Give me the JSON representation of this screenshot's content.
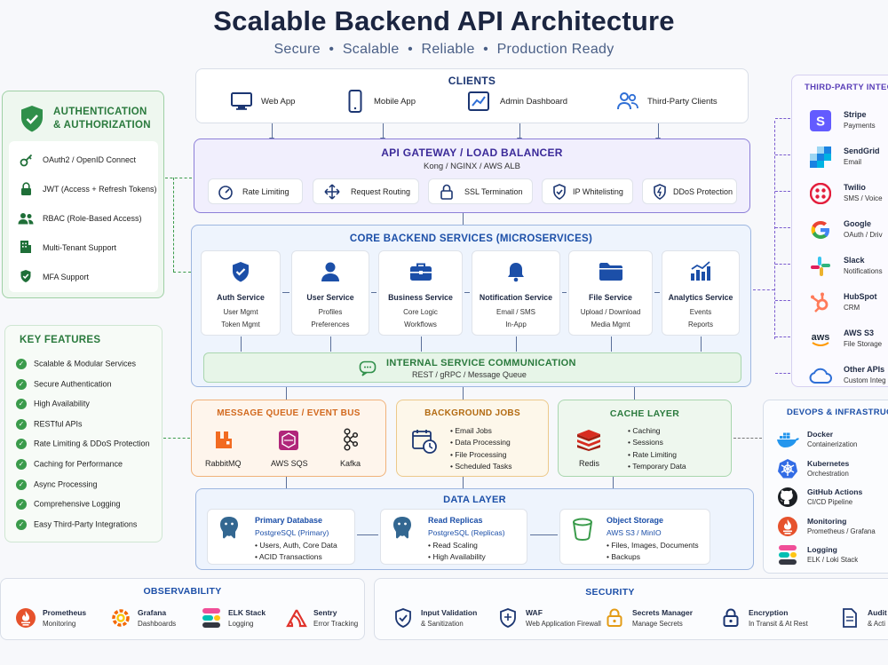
{
  "title": "Scalable Backend API Architecture",
  "subtitle": "Secure  •  Scalable  •  Reliable  •  Production Ready",
  "clients": {
    "header": "CLIENTS",
    "items": [
      {
        "label": "Web App",
        "icon": "monitor-icon"
      },
      {
        "label": "Mobile App",
        "icon": "phone-icon"
      },
      {
        "label": "Admin Dashboard",
        "icon": "chart-icon"
      },
      {
        "label": "Third-Party Clients",
        "icon": "users-icon"
      }
    ]
  },
  "gateway": {
    "header": "API GATEWAY / LOAD BALANCER",
    "sub": "Kong / NGINX / AWS ALB",
    "items": [
      {
        "label": "Rate Limiting",
        "icon": "gauge-icon"
      },
      {
        "label": "Request Routing",
        "icon": "move-icon"
      },
      {
        "label": "SSL Termination",
        "icon": "lock-icon"
      },
      {
        "label": "IP Whitelisting",
        "icon": "shield-check-icon"
      },
      {
        "label": "DDoS Protection",
        "icon": "shield-bolt-icon"
      }
    ]
  },
  "auth": {
    "header1": "AUTHENTICATION",
    "header2": "& AUTHORIZATION",
    "items": [
      {
        "label": "OAuth2 / OpenID Connect",
        "icon": "key-icon"
      },
      {
        "label": "JWT (Access + Refresh Tokens)",
        "icon": "lock-icon"
      },
      {
        "label": "RBAC (Role-Based Access)",
        "icon": "users-icon"
      },
      {
        "label": "Multi-Tenant Support",
        "icon": "building-icon"
      },
      {
        "label": "MFA Support",
        "icon": "shield-check-icon"
      }
    ]
  },
  "core": {
    "header": "CORE BACKEND SERVICES (MICROSERVICES)",
    "services": [
      {
        "name": "Auth Service",
        "l1": "User Mgmt",
        "l2": "Token Mgmt",
        "icon": "shield-check-icon"
      },
      {
        "name": "User Service",
        "l1": "Profiles",
        "l2": "Preferences",
        "icon": "user-icon"
      },
      {
        "name": "Business Service",
        "l1": "Core Logic",
        "l2": "Workflows",
        "icon": "briefcase-icon"
      },
      {
        "name": "Notification Service",
        "l1": "Email / SMS",
        "l2": "In-App",
        "icon": "bell-icon"
      },
      {
        "name": "File Service",
        "l1": "Upload / Download",
        "l2": "Media Mgmt",
        "icon": "folder-icon"
      },
      {
        "name": "Analytics Service",
        "l1": "Events",
        "l2": "Reports",
        "icon": "bar-chart-icon"
      }
    ],
    "comm_header": "INTERNAL SERVICE COMMUNICATION",
    "comm_sub": "REST / gRPC / Message Queue"
  },
  "key_features": {
    "header": "KEY FEATURES",
    "items": [
      "Scalable & Modular Services",
      "Secure Authentication",
      "High Availability",
      "RESTful APIs",
      "Rate Limiting & DDoS Protection",
      "Caching for Performance",
      "Async Processing",
      "Comprehensive Logging",
      "Easy Third-Party Integrations"
    ]
  },
  "mq": {
    "header": "MESSAGE QUEUE / EVENT BUS",
    "items": [
      {
        "label": "RabbitMQ",
        "icon": "rabbitmq-icon"
      },
      {
        "label": "AWS SQS",
        "icon": "sqs-icon"
      },
      {
        "label": "Kafka",
        "icon": "kafka-icon"
      }
    ]
  },
  "jobs": {
    "header": "BACKGROUND JOBS",
    "items": [
      "Email Jobs",
      "Data Processing",
      "File Processing",
      "Scheduled Tasks"
    ]
  },
  "cache": {
    "header": "CACHE LAYER",
    "label": "Redis",
    "items": [
      "Caching",
      "Sessions",
      "Rate Limiting",
      "Temporary Data"
    ]
  },
  "data": {
    "header": "DATA LAYER",
    "stores": [
      {
        "title": "Primary Database",
        "sub": "PostgreSQL (Primary)",
        "b1": "Users, Auth, Core Data",
        "b2": "ACID Transactions",
        "icon": "postgres-icon"
      },
      {
        "title": "Read Replicas",
        "sub": "PostgreSQL (Replicas)",
        "b1": "Read Scaling",
        "b2": "High Availability",
        "icon": "postgres-icon"
      },
      {
        "title": "Object Storage",
        "sub": "AWS S3 / MinIO",
        "b1": "Files, Images, Documents",
        "b2": "Backups",
        "icon": "bucket-icon"
      }
    ]
  },
  "third_party": {
    "header": "THIRD-PARTY INTEG",
    "items": [
      {
        "name": "Stripe",
        "desc": "Payments",
        "icon": "stripe-icon",
        "color": "#635bff"
      },
      {
        "name": "SendGrid",
        "desc": "Email",
        "icon": "sendgrid-icon",
        "color": "#1a82e2"
      },
      {
        "name": "Twilio",
        "desc": "SMS / Voice",
        "icon": "twilio-icon",
        "color": "#e31e3c"
      },
      {
        "name": "Google",
        "desc": "OAuth / Driv",
        "icon": "google-icon",
        "color": "#4285f4"
      },
      {
        "name": "Slack",
        "desc": "Notifications",
        "icon": "slack-icon",
        "color": "#4a154b"
      },
      {
        "name": "HubSpot",
        "desc": "CRM",
        "icon": "hubspot-icon",
        "color": "#ff7a59"
      },
      {
        "name": "AWS S3",
        "desc": "File Storage",
        "icon": "aws-icon",
        "color": "#232f3e"
      },
      {
        "name": "Other APIs",
        "desc": "Custom Integ",
        "icon": "cloud-icon",
        "color": "#2f6fd6"
      }
    ]
  },
  "devops": {
    "header": "DEVOPS & INFRASTRUCT",
    "items": [
      {
        "name": "Docker",
        "desc": "Containerization",
        "icon": "docker-icon"
      },
      {
        "name": "Kubernetes",
        "desc": "Orchestration",
        "icon": "kubernetes-icon"
      },
      {
        "name": "GitHub Actions",
        "desc": "CI/CD Pipeline",
        "icon": "github-icon"
      },
      {
        "name": "Monitoring",
        "desc": "Prometheus / Grafana",
        "icon": "prometheus-icon"
      },
      {
        "name": "Logging",
        "desc": "ELK / Loki Stack",
        "icon": "elk-icon"
      }
    ]
  },
  "observability": {
    "header": "OBSERVABILITY",
    "items": [
      {
        "name": "Prometheus",
        "desc": "Monitoring",
        "icon": "prometheus-icon"
      },
      {
        "name": "Grafana",
        "desc": "Dashboards",
        "icon": "grafana-icon"
      },
      {
        "name": "ELK Stack",
        "desc": "Logging",
        "icon": "elk-icon"
      },
      {
        "name": "Sentry",
        "desc": "Error Tracking",
        "icon": "sentry-icon"
      }
    ]
  },
  "security": {
    "header": "SECURITY",
    "items": [
      {
        "name": "Input Validation",
        "desc": "& Sanitization",
        "icon": "shield-check-icon"
      },
      {
        "name": "WAF",
        "desc": "Web Application Firewall",
        "icon": "shield-icon"
      },
      {
        "name": "Secrets Manager",
        "desc": "Manage Secrets",
        "icon": "lock-icon"
      },
      {
        "name": "Encryption",
        "desc": "In Transit & At Rest",
        "icon": "padlock-icon"
      },
      {
        "name": "Audit",
        "desc": "& Acti",
        "icon": "document-icon"
      }
    ]
  }
}
